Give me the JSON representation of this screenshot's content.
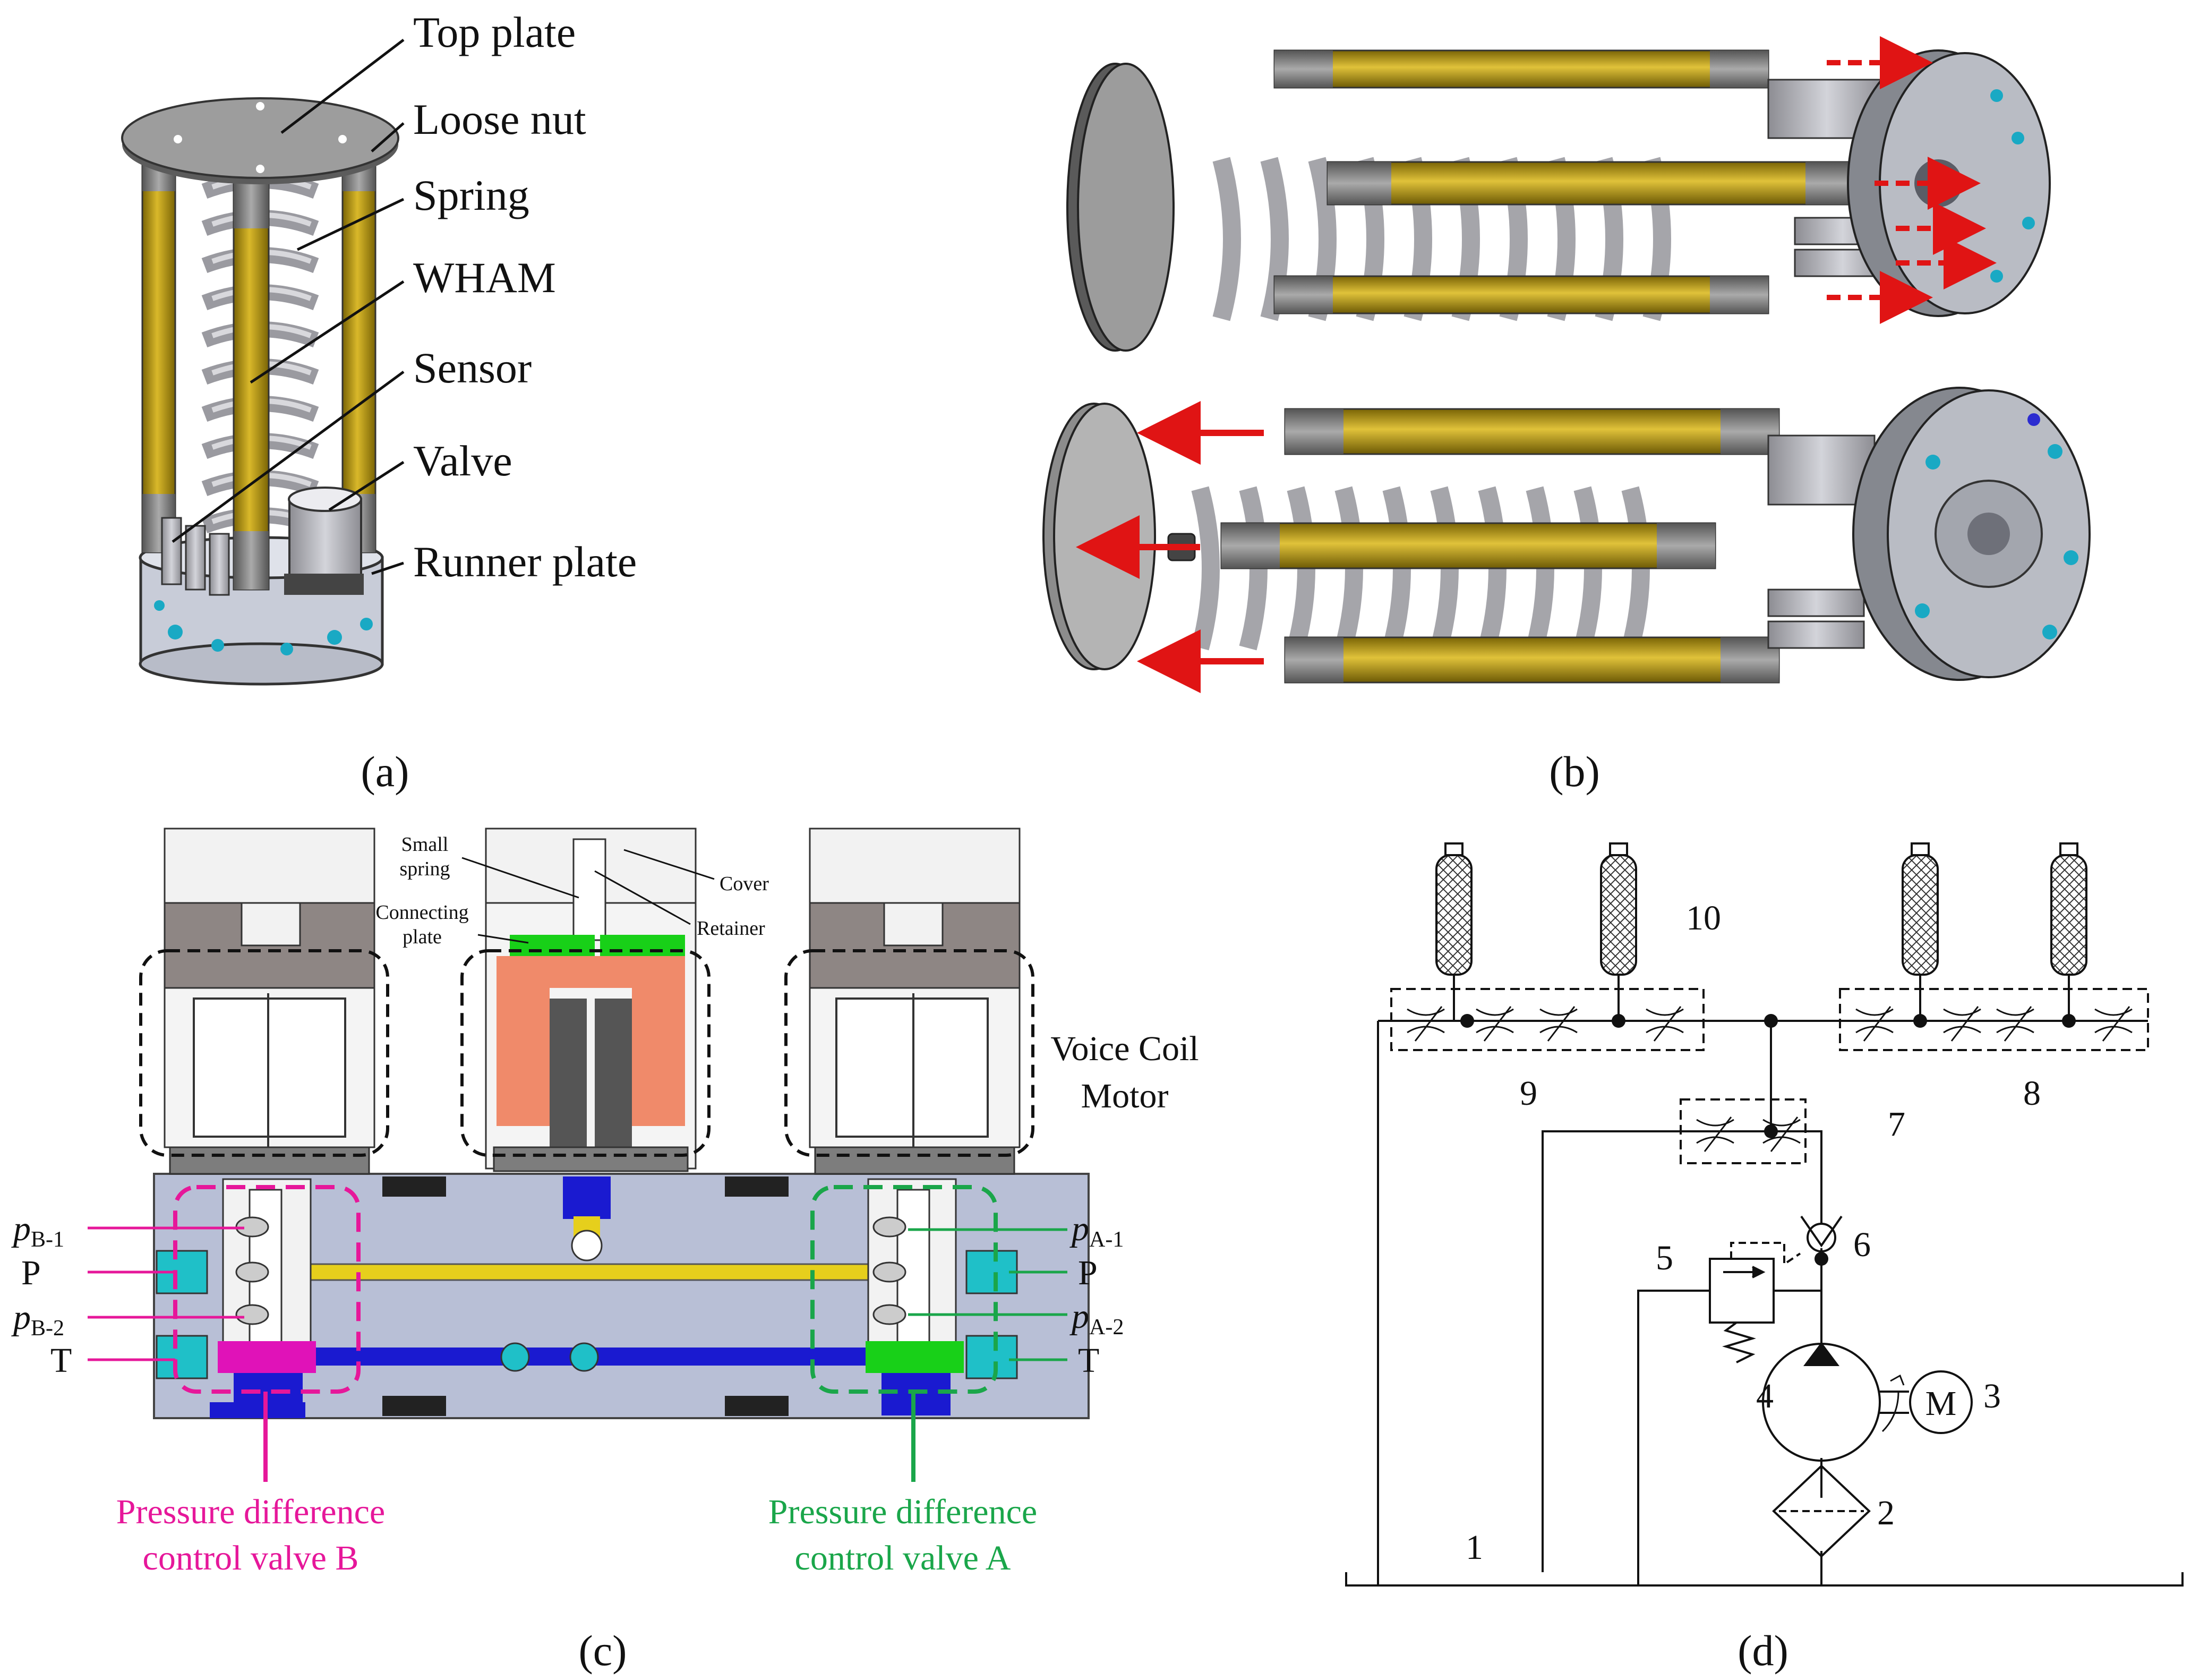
{
  "panel_a": {
    "caption": "(a)",
    "labels": [
      "Top plate",
      "Loose nut",
      "Spring",
      "WHAM",
      "Sensor",
      "Valve",
      "Runner plate"
    ]
  },
  "panel_b": {
    "caption": "(b)"
  },
  "panel_c": {
    "caption": "(c)",
    "small_spring": [
      "Small",
      "spring"
    ],
    "connecting_plate": [
      "Connecting",
      "plate"
    ],
    "cover": "Cover",
    "retainer": "Retainer",
    "vcm": [
      "Voice Coil",
      "Motor"
    ],
    "left_ports": {
      "pb1_base": "p",
      "pb1_sub": "B-1",
      "p": "P",
      "pb2_base": "p",
      "pb2_sub": "B-2",
      "t": "T"
    },
    "right_ports": {
      "pa1_base": "p",
      "pa1_sub": "A-1",
      "p": "P",
      "pa2_base": "p",
      "pa2_sub": "A-2",
      "t": "T"
    },
    "valve_b": [
      "Pressure difference",
      "control valve B"
    ],
    "valve_a": [
      "Pressure difference",
      "control valve A"
    ],
    "colors": {
      "magenta": "#e6179a",
      "green": "#1aa64a",
      "yellow": "#d8c21a",
      "blue": "#1a1ad0",
      "cyan": "#1fc0c8",
      "block": "#b8bfd6"
    }
  },
  "panel_d": {
    "caption": "(d)",
    "numbers": [
      "1",
      "2",
      "3",
      "4",
      "5",
      "6",
      "7",
      "8",
      "9",
      "10"
    ],
    "motor": "M"
  }
}
